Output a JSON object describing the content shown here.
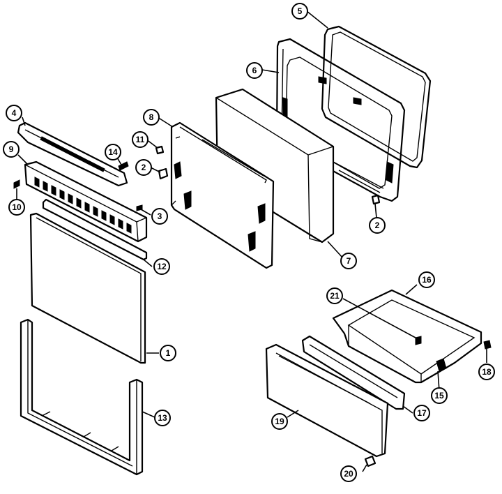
{
  "callouts": [
    {
      "id": "c1",
      "label": "1"
    },
    {
      "id": "c2a",
      "label": "2"
    },
    {
      "id": "c2b",
      "label": "2"
    },
    {
      "id": "c3",
      "label": "3"
    },
    {
      "id": "c4",
      "label": "4"
    },
    {
      "id": "c5",
      "label": "5"
    },
    {
      "id": "c6",
      "label": "6"
    },
    {
      "id": "c7",
      "label": "7"
    },
    {
      "id": "c8",
      "label": "8"
    },
    {
      "id": "c9",
      "label": "9"
    },
    {
      "id": "c10",
      "label": "10"
    },
    {
      "id": "c11",
      "label": "11"
    },
    {
      "id": "c12",
      "label": "12"
    },
    {
      "id": "c13",
      "label": "13"
    },
    {
      "id": "c14",
      "label": "14"
    },
    {
      "id": "c15",
      "label": "15"
    },
    {
      "id": "c16",
      "label": "16"
    },
    {
      "id": "c17",
      "label": "17"
    },
    {
      "id": "c18",
      "label": "18"
    },
    {
      "id": "c19",
      "label": "19"
    },
    {
      "id": "c20",
      "label": "20"
    },
    {
      "id": "c21",
      "label": "21"
    }
  ]
}
